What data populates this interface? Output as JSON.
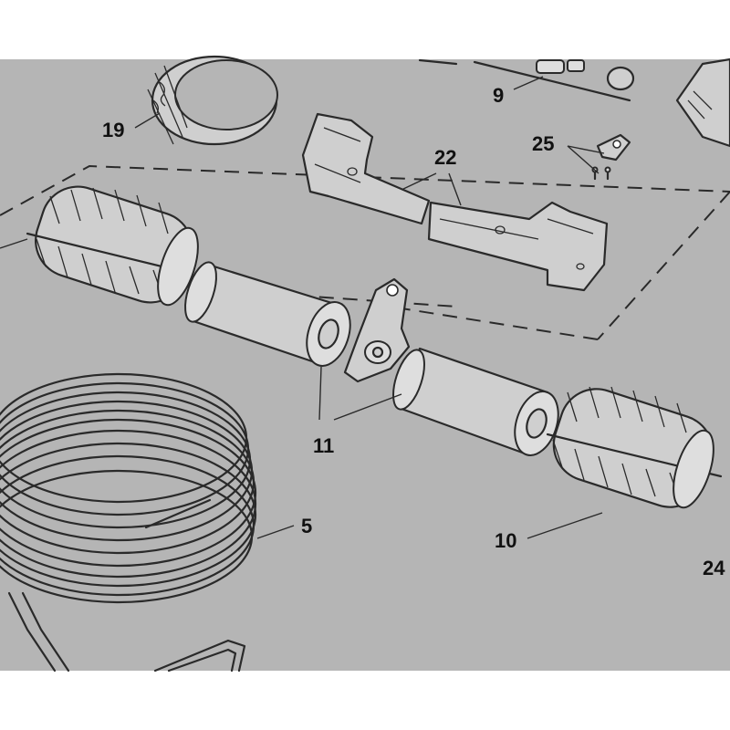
{
  "colors": {
    "background": "#ffffff",
    "panel": "#b5b5b5",
    "line": "#2a2a2a",
    "part_fill": "#cfcfcf"
  },
  "callouts": {
    "part_19": "19",
    "part_9": "9",
    "part_25": "25",
    "part_22": "22",
    "part_11": "11",
    "part_5": "5",
    "part_10": "10",
    "part_24": "24"
  }
}
